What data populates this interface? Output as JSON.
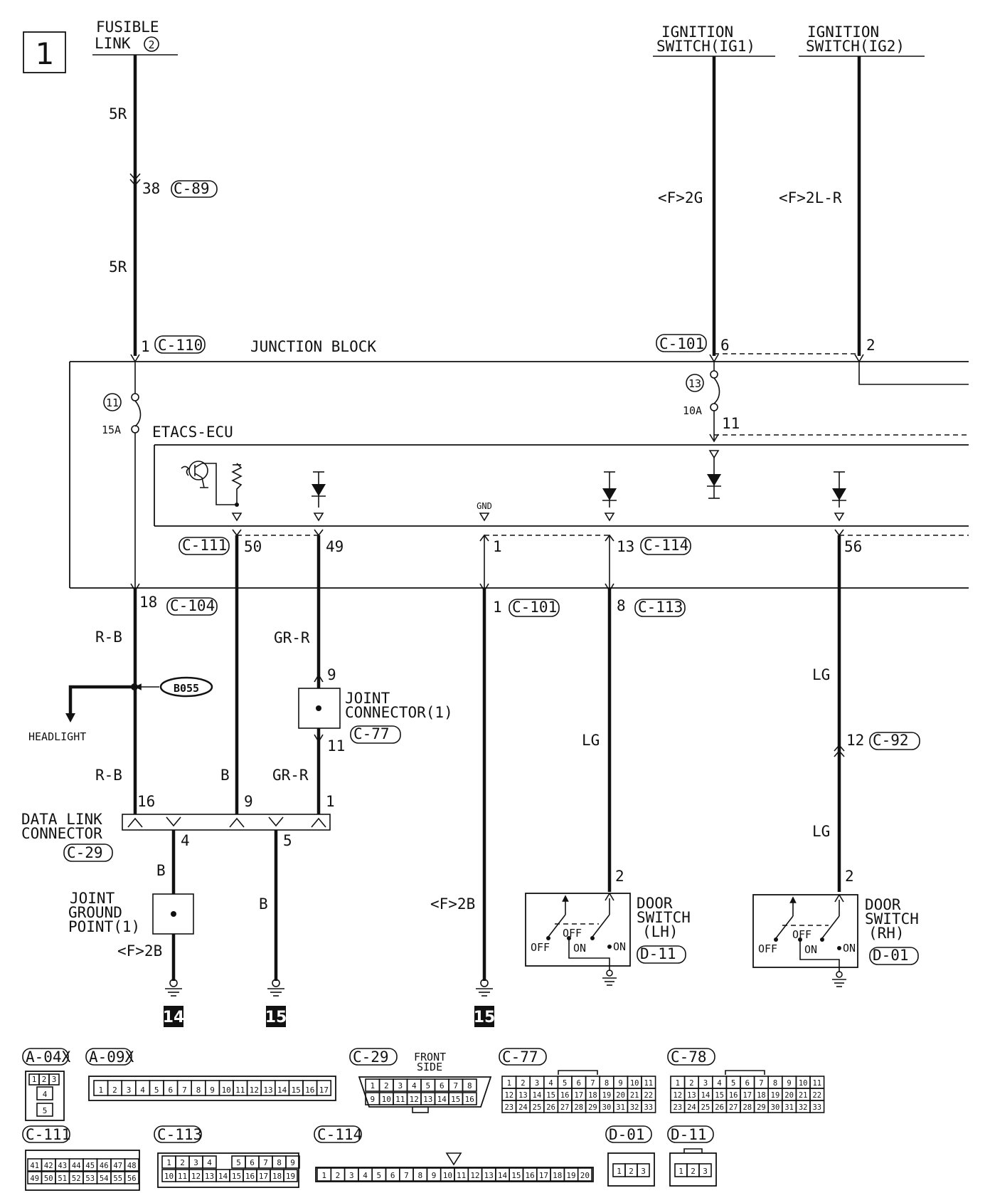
{
  "page_number": "1",
  "sources": {
    "fusible_link": [
      "FUSIBLE",
      "LINK",
      "2"
    ],
    "ig1": [
      "IGNITION",
      "SWITCH(IG1)"
    ],
    "ig2": [
      "IGNITION",
      "SWITCH(IG2)"
    ]
  },
  "wire_labels": {
    "w5r_a": "5R",
    "w5r_b": "5R",
    "w2g": "<F>2G",
    "w2lr": "<F>2L-R",
    "rb_a": "R-B",
    "rb_b": "R-B",
    "grr_a": "GR-R",
    "grr_b": "GR-R",
    "b_50": "B",
    "b_gnd4": "B",
    "b_gnd5": "B",
    "f2b_a": "<F>2B",
    "f2b_b": "<F>2B",
    "lg_lh": "LG",
    "lg_rh_a": "LG",
    "lg_rh_b": "LG"
  },
  "pins": {
    "p38": "38",
    "p1_c110": "1",
    "p6": "6",
    "p2_ig2": "2",
    "p11_fuse": "11",
    "p50": "50",
    "p49": "49",
    "p1_gnd": "1",
    "p13": "13",
    "p56": "56",
    "p18": "18",
    "p1_c101": "1",
    "p8": "8",
    "p9_jc": "9",
    "p11_jc": "11",
    "p12": "12",
    "p16": "16",
    "p9_dlc": "9",
    "p1_dlc": "1",
    "p4": "4",
    "p5": "5",
    "p2_lh": "2",
    "p2_rh": "2"
  },
  "connector_refs": {
    "c89": "C-89",
    "c110": "C-110",
    "c101_top": "C-101",
    "c111": "C-111",
    "c114": "C-114",
    "c104": "C-104",
    "c101_mid": "C-101",
    "c113": "C-113",
    "c77": "C-77",
    "c92": "C-92",
    "c29": "C-29",
    "d11": "D-11",
    "d01": "D-01"
  },
  "components": {
    "junction_block": "JUNCTION BLOCK",
    "etacs": "ETACS-ECU",
    "gnd_label": "GND",
    "fuse11": {
      "num": "11",
      "rating": "15A"
    },
    "fuse13": {
      "num": "13",
      "rating": "10A"
    },
    "splice": "B055",
    "headlight": "HEADLIGHT",
    "joint_connector": [
      "JOINT",
      "CONNECTOR(1)"
    ],
    "data_link": [
      "DATA LINK",
      "CONNECTOR"
    ],
    "joint_ground": [
      "JOINT",
      "GROUND",
      "POINT(1)"
    ],
    "door_lh": [
      "DOOR",
      "SWITCH",
      "(LH)"
    ],
    "door_rh": [
      "DOOR",
      "SWITCH",
      "(RH)"
    ],
    "off": "OFF",
    "on": "ON"
  },
  "ground_refs": {
    "g14": "14",
    "g15a": "15",
    "g15b": "15"
  },
  "connector_views": {
    "a04x": {
      "label": "A-04X",
      "cells": [
        "1",
        "2",
        "3",
        "4",
        "5"
      ]
    },
    "a09x": {
      "label": "A-09X",
      "cells": [
        "1",
        "2",
        "3",
        "4",
        "5",
        "6",
        "7",
        "8",
        "9",
        "10",
        "11",
        "12",
        "13",
        "14",
        "15",
        "16",
        "17"
      ]
    },
    "c29": {
      "label": "C-29",
      "note": [
        "FRONT",
        "SIDE"
      ],
      "row1": [
        "1",
        "2",
        "3",
        "4",
        "5",
        "6",
        "7",
        "8"
      ],
      "row2": [
        "9",
        "10",
        "11",
        "12",
        "13",
        "14",
        "15",
        "16"
      ]
    },
    "c77": {
      "label": "C-77",
      "row1": [
        "1",
        "2",
        "3",
        "4",
        "5",
        "6",
        "7",
        "8",
        "9",
        "10",
        "11"
      ],
      "row2": [
        "12",
        "13",
        "14",
        "15",
        "16",
        "17",
        "18",
        "19",
        "20",
        "21",
        "22"
      ],
      "row3": [
        "23",
        "24",
        "25",
        "26",
        "27",
        "28",
        "29",
        "30",
        "31",
        "32",
        "33"
      ]
    },
    "c78": {
      "label": "C-78",
      "row1": [
        "1",
        "2",
        "3",
        "4",
        "5",
        "6",
        "7",
        "8",
        "9",
        "10",
        "11"
      ],
      "row2": [
        "12",
        "13",
        "14",
        "15",
        "16",
        "17",
        "18",
        "19",
        "20",
        "21",
        "22"
      ],
      "row3": [
        "23",
        "24",
        "25",
        "26",
        "27",
        "28",
        "29",
        "30",
        "31",
        "32",
        "33"
      ]
    },
    "c111": {
      "label": "C-111",
      "row1": [
        "41",
        "42",
        "43",
        "44",
        "45",
        "46",
        "47",
        "48"
      ],
      "row2": [
        "49",
        "50",
        "51",
        "52",
        "53",
        "54",
        "55",
        "56"
      ]
    },
    "c113": {
      "label": "C-113",
      "row1": [
        "1",
        "2",
        "3",
        "4",
        "5",
        "6",
        "7",
        "8",
        "9"
      ],
      "row2": [
        "10",
        "11",
        "12",
        "13",
        "14",
        "15",
        "16",
        "17",
        "18",
        "19"
      ]
    },
    "c114": {
      "label": "C-114",
      "cells": [
        "1",
        "2",
        "3",
        "4",
        "5",
        "6",
        "7",
        "8",
        "9",
        "10",
        "11",
        "12",
        "13",
        "14",
        "15",
        "16",
        "17",
        "18",
        "19",
        "20"
      ]
    },
    "d01": {
      "label": "D-01",
      "cells": [
        "1",
        "2",
        "3"
      ]
    },
    "d11": {
      "label": "D-11",
      "cells": [
        "1",
        "2",
        "3"
      ]
    }
  }
}
